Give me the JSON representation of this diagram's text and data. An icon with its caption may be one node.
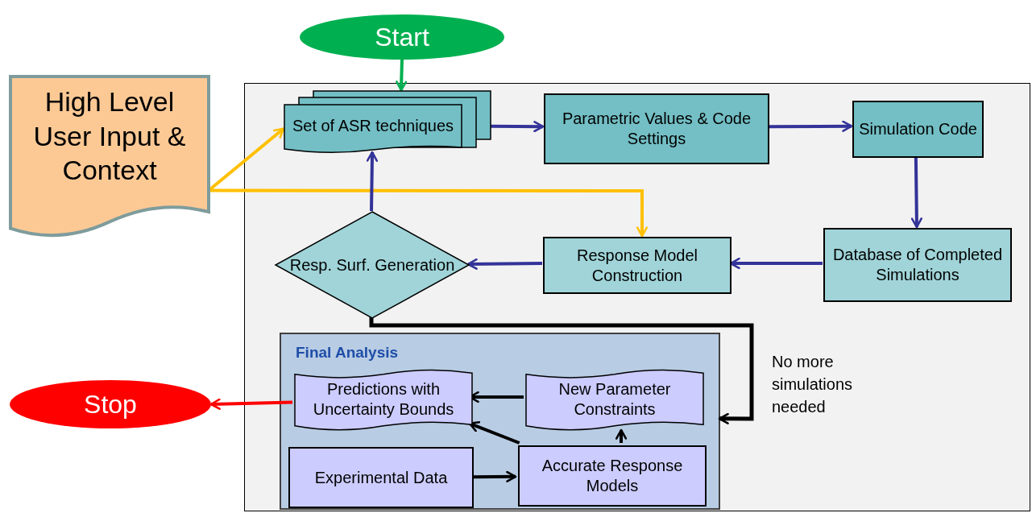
{
  "diagram": {
    "nodes": [
      {
        "text": [
          "Start"
        ]
      },
      {
        "text": [
          "High Level User Input & Context"
        ]
      },
      {
        "text": [],
        "shape": "box"
      },
      {
        "text": [
          "Set of ASR techniques"
        ],
        "in": 2
      },
      {
        "text": [
          "Parametric Values & Code Settings"
        ],
        "in": 2
      },
      {
        "text": [
          "Simulation Code"
        ],
        "in": 2
      },
      {
        "text": [
          "Database of Completed Simulations"
        ],
        "in": 2
      },
      {
        "text": [
          "Response Model Construction"
        ],
        "in": 2
      },
      {
        "text": [
          "Resp. Surf. Generation"
        ],
        "in": 2
      },
      {
        "text": [
          "Final Analysis"
        ],
        "in": 2
      },
      {
        "text": [
          "Predictions with Uncertainty Bounds"
        ],
        "in": 9
      },
      {
        "text": [
          "New Parameter Constraints"
        ],
        "in": 9
      },
      {
        "text": [
          "Experimental Data"
        ],
        "in": 9
      },
      {
        "text": [
          "Accurate Response Models"
        ],
        "in": 9
      },
      {
        "text": [
          "Stop"
        ]
      }
    ],
    "edges": [
      {
        "from": 0,
        "to": 3,
        "arrow": "to",
        "color": "#00b050"
      },
      {
        "from": 1,
        "to": 3,
        "arrow": "to",
        "color": "#ffc000"
      },
      {
        "from": 1,
        "to": 7,
        "arrow": "to",
        "color": "#ffc000"
      },
      {
        "from": 3,
        "to": 4,
        "arrow": "to"
      },
      {
        "from": 4,
        "to": 5,
        "arrow": "to"
      },
      {
        "from": 5,
        "to": 6,
        "arrow": "to"
      },
      {
        "from": 6,
        "to": 7,
        "arrow": "to"
      },
      {
        "from": 7,
        "to": 8,
        "arrow": "to"
      },
      {
        "from": 8,
        "to": 3,
        "arrow": "to"
      },
      {
        "from": 8,
        "to": 9,
        "arrow": "to",
        "color": "#000000",
        "label": "No more simulations needed"
      },
      {
        "from": 11,
        "to": 10,
        "arrow": "to",
        "color": "#000000"
      },
      {
        "from": 13,
        "to": 10,
        "arrow": "to",
        "color": "#000000"
      },
      {
        "from": 13,
        "to": 11,
        "arrow": "to",
        "color": "#000000"
      },
      {
        "from": 12,
        "to": 13,
        "arrow": "to",
        "color": "#000000"
      },
      {
        "from": 10,
        "to": 14,
        "arrow": "to",
        "color": "#ff0000"
      }
    ]
  }
}
